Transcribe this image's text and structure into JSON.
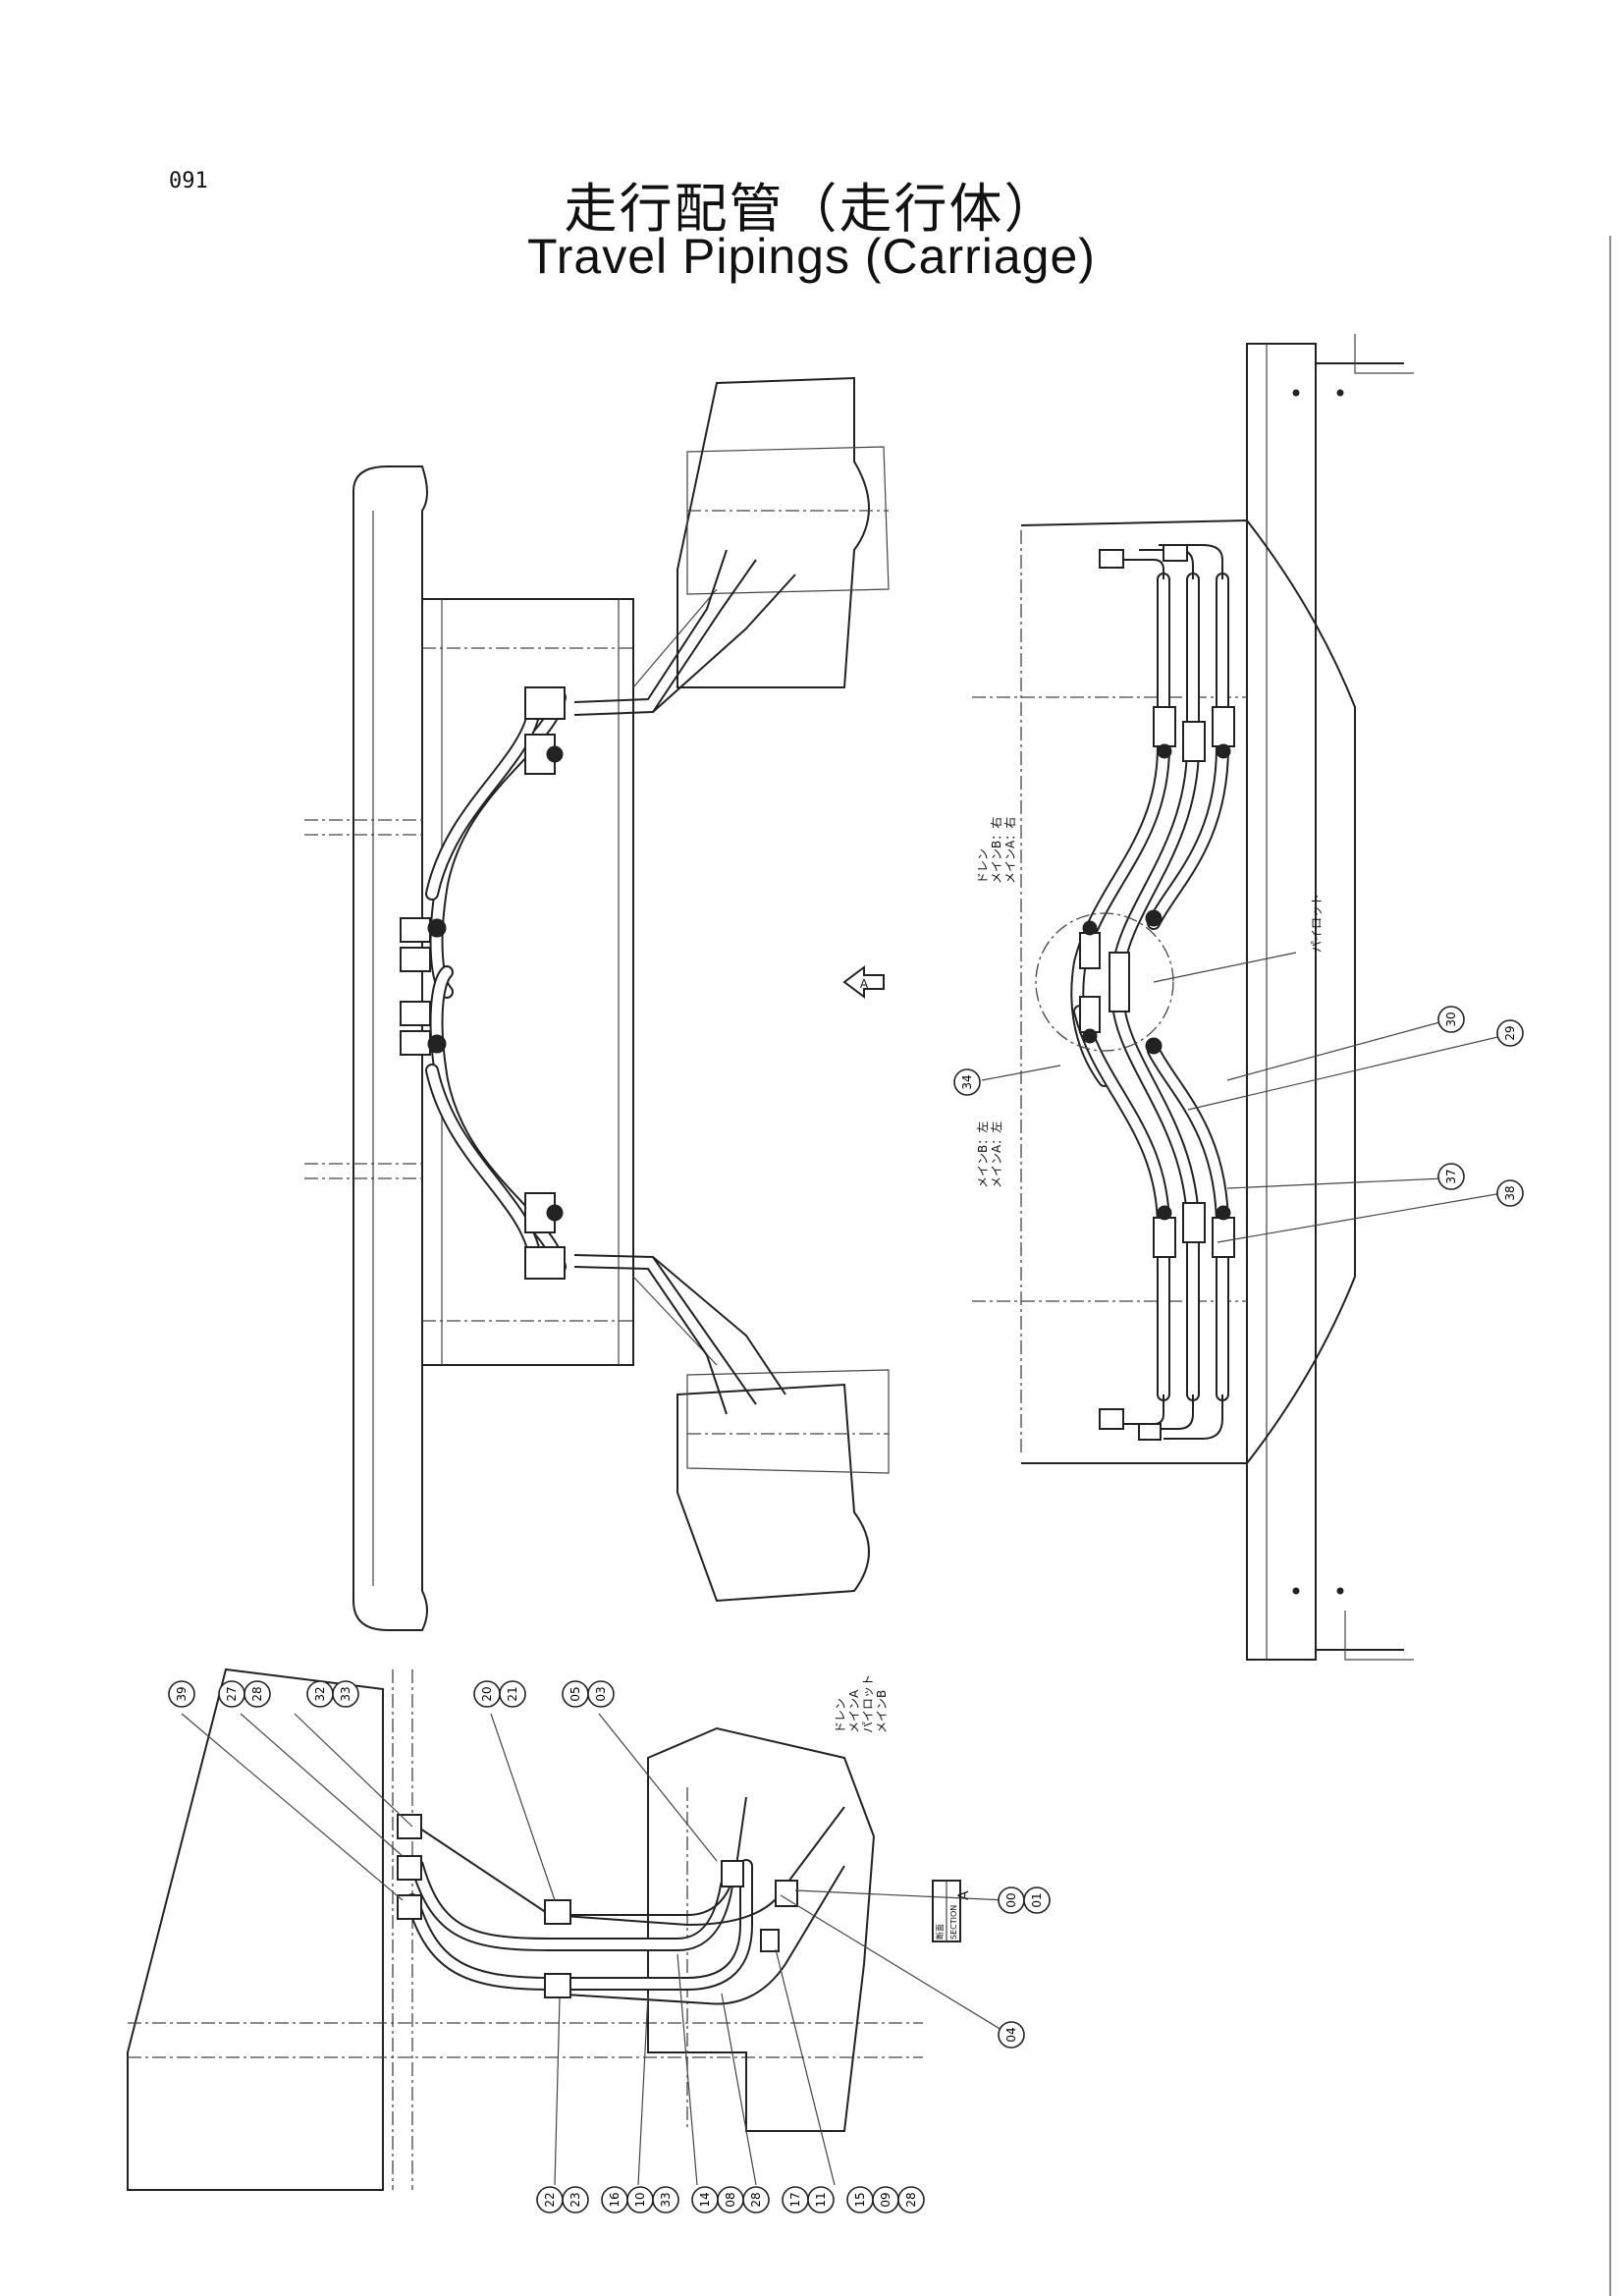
{
  "page_number": "091",
  "title_jp": "走行配管（走行体）",
  "title_en": "Travel Pipings (Carriage)",
  "view_arrow_label": "A",
  "section_label": {
    "jp": "断面",
    "en": "SECTION",
    "letter": "A"
  },
  "port_labels_top": [
    "ドレン",
    "メインB：右",
    "メインA：右"
  ],
  "port_labels_bottom": [
    "メインB：左",
    "メインA：左"
  ],
  "pilot_label": "パイロット",
  "section_port_labels": [
    "ドレン",
    "メインA",
    "パイロット",
    "メインB"
  ],
  "right_callouts": [
    {
      "id": "c30",
      "text": "30"
    },
    {
      "id": "c29",
      "text": "29"
    },
    {
      "id": "c34",
      "text": "34"
    },
    {
      "id": "c37",
      "text": "37"
    },
    {
      "id": "c38",
      "text": "38"
    }
  ],
  "section_callouts_top": [
    {
      "id": "s39",
      "lines": [
        "39"
      ]
    },
    {
      "id": "s27",
      "lines": [
        "27",
        "28"
      ]
    },
    {
      "id": "s32",
      "lines": [
        "32",
        "33"
      ]
    },
    {
      "id": "s20",
      "lines": [
        "20",
        "21"
      ]
    },
    {
      "id": "s05",
      "lines": [
        "05",
        "03"
      ]
    }
  ],
  "section_callouts_bottom": [
    {
      "id": "s22",
      "lines": [
        "22",
        "23"
      ]
    },
    {
      "id": "s16",
      "lines": [
        "16",
        "10",
        "33"
      ]
    },
    {
      "id": "s14",
      "lines": [
        "14",
        "08",
        "28"
      ]
    },
    {
      "id": "s17",
      "lines": [
        "17",
        "11"
      ]
    },
    {
      "id": "s15",
      "lines": [
        "15",
        "09",
        "28"
      ]
    }
  ],
  "section_callouts_right": [
    {
      "id": "s04",
      "lines": [
        "04"
      ]
    },
    {
      "id": "s00",
      "lines": [
        "00",
        "01"
      ]
    }
  ]
}
